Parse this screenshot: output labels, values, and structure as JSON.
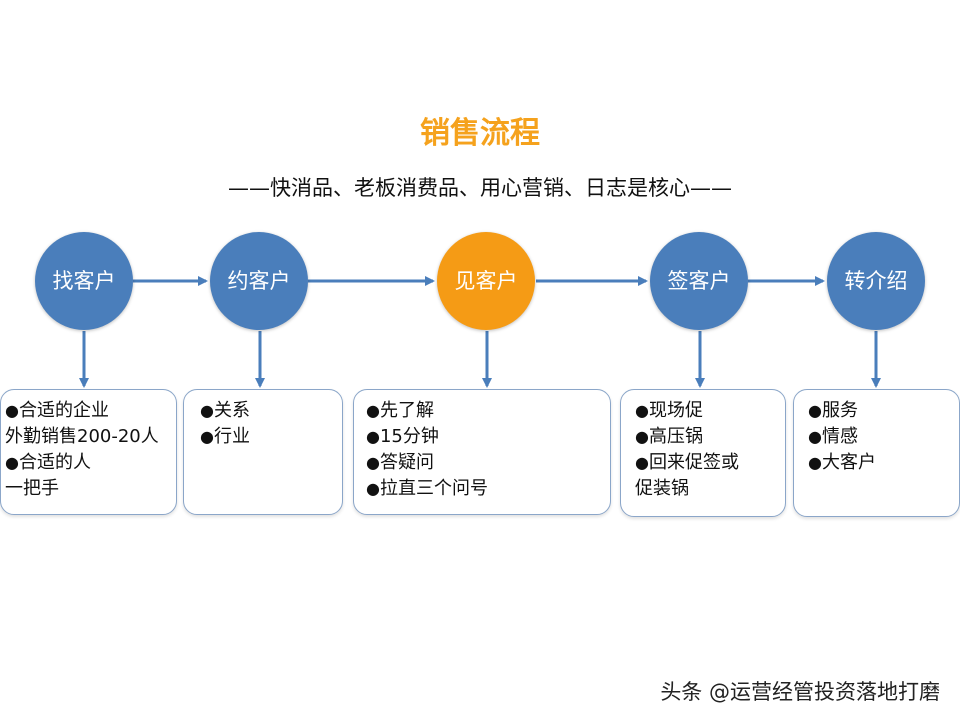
{
  "title": "销售流程",
  "subtitle": "——快消品、老板消费品、用心营销、日志是核心——",
  "colors": {
    "step": "#4A7EBB",
    "active_step": "#F59B15",
    "title": "#F5A21D",
    "box_border": "#8BA6C9",
    "arrow": "#4A7EBB"
  },
  "steps": [
    {
      "label": "找客户",
      "active": false,
      "details": [
        {
          "text": "合适的企业",
          "bullet": true
        },
        {
          "text": "外勤销售200-20人",
          "bullet": false
        },
        {
          "text": "合适的人",
          "bullet": true
        },
        {
          "text": "一把手",
          "bullet": false
        }
      ]
    },
    {
      "label": "约客户",
      "active": false,
      "details": [
        {
          "text": "关系",
          "bullet": true
        },
        {
          "text": "行业",
          "bullet": true
        }
      ]
    },
    {
      "label": "见客户",
      "active": true,
      "details": [
        {
          "text": "先了解",
          "bullet": true
        },
        {
          "text": "15分钟",
          "bullet": true
        },
        {
          "text": "答疑问",
          "bullet": true
        },
        {
          "text": "拉直三个问号",
          "bullet": true
        }
      ]
    },
    {
      "label": "签客户",
      "active": false,
      "details": [
        {
          "text": "现场促",
          "bullet": true
        },
        {
          "text": "高压锅",
          "bullet": true
        },
        {
          "text": "回来促签或",
          "bullet": true
        },
        {
          "text": "促装锅",
          "bullet": false
        }
      ]
    },
    {
      "label": "转介绍",
      "active": false,
      "details": [
        {
          "text": "服务",
          "bullet": true
        },
        {
          "text": "情感",
          "bullet": true
        },
        {
          "text": "大客户",
          "bullet": true
        }
      ]
    }
  ],
  "watermark": "头条 @运营经管投资落地打磨"
}
